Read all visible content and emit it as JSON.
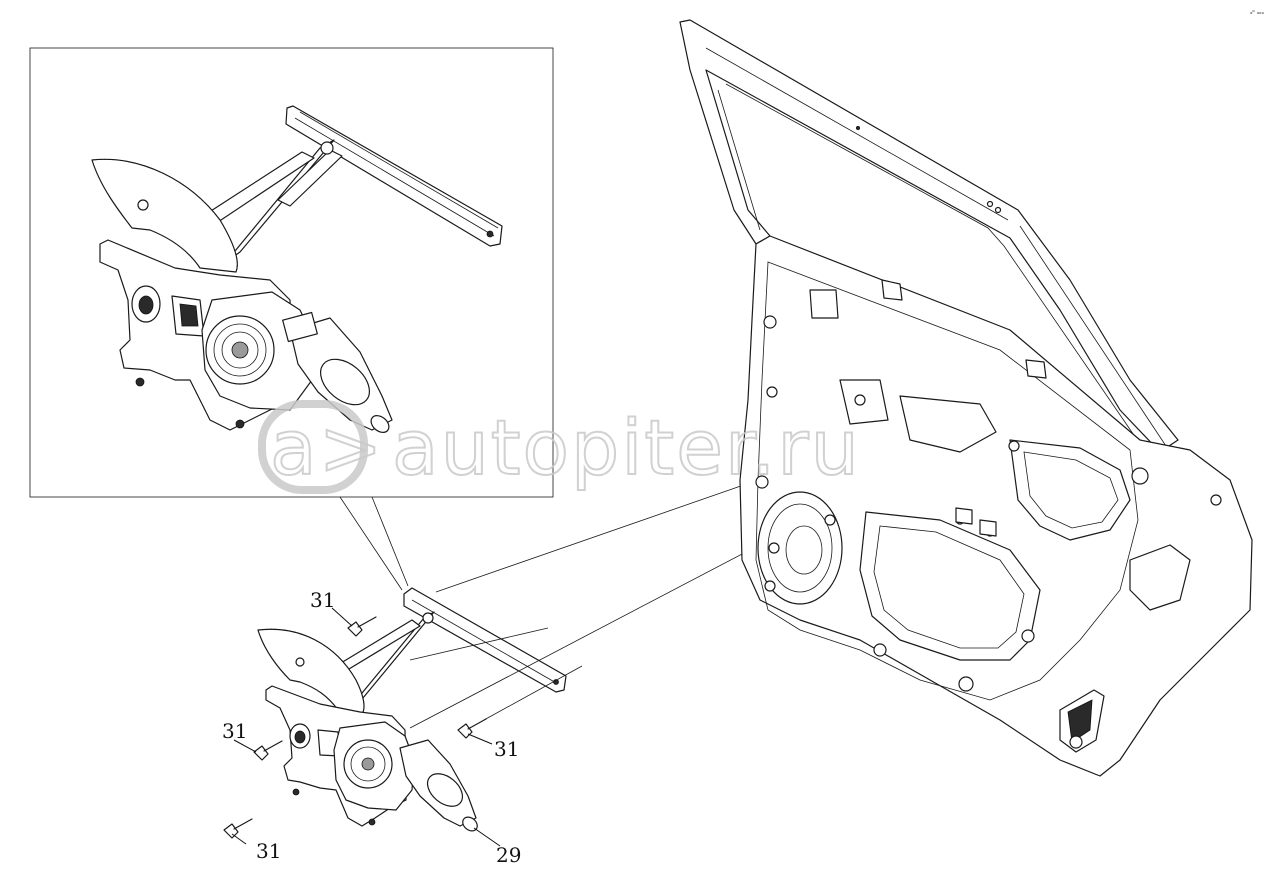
{
  "corner_mark": "ₐᵖ ₐₒₒ",
  "watermark": {
    "text": "autopiter.ru",
    "logo": "a>"
  },
  "callouts": [
    {
      "id": "bolt-upper-left",
      "text": "31"
    },
    {
      "id": "bolt-left",
      "text": "31"
    },
    {
      "id": "bolt-right",
      "text": "31"
    },
    {
      "id": "bolt-bottom",
      "text": "31"
    },
    {
      "id": "motor",
      "text": "29"
    }
  ]
}
